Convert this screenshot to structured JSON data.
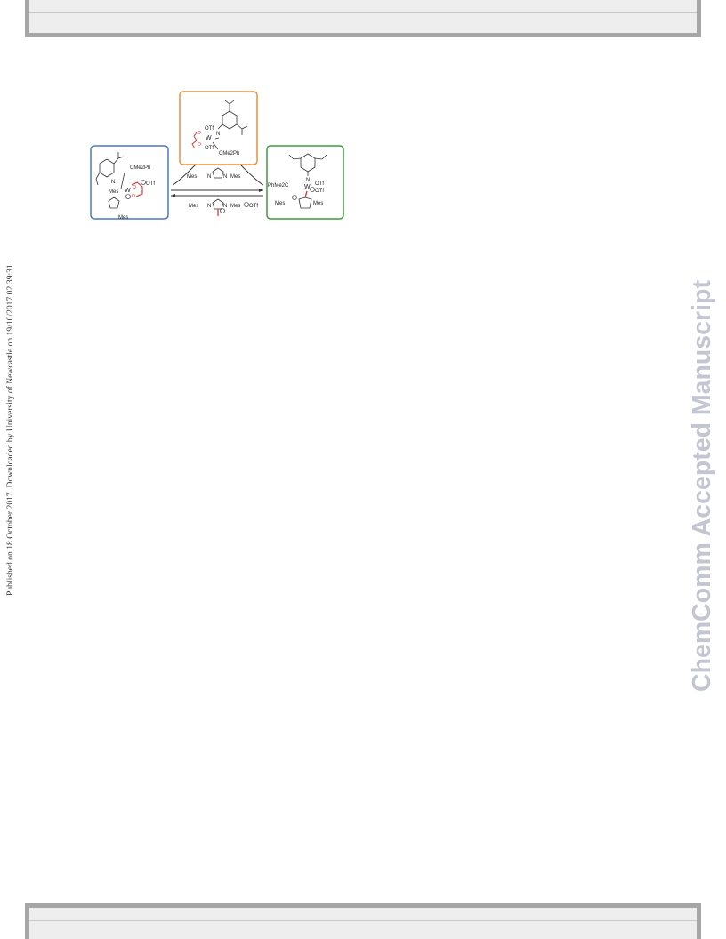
{
  "published_note": "Published on 18 October 2017. Downloaded by University of Newcastle on 19/10/2017 02:39:31.",
  "watermark": "ChemComm Accepted Manuscript",
  "scheme": {
    "box_colors": {
      "left": "#4a78c0",
      "top": "#e8913a",
      "right": "#3e9a3e",
      "highlight": "#d03030"
    },
    "top_complex": {
      "otf_1": "OTf",
      "n": "N",
      "w": "W",
      "otf_2": "OTf",
      "alkylidene": "CMe2Ph"
    },
    "left_complex": {
      "n": "N",
      "alkylidene": "CMe2Ph",
      "mes_1": "Mes",
      "w": "W",
      "otf": "OTf",
      "mes_2": "Mes"
    },
    "right_complex": {
      "alkylidene": "PhMe2C",
      "n": "N",
      "w": "W",
      "otf_1": "OTf",
      "otf_2": "OTf",
      "mes_left": "Mes",
      "mes_right": "Mes"
    },
    "arrow_top_reagent": {
      "mes_left": "Mes",
      "n_left": "N",
      "n_right": "N",
      "mes_right": "Mes"
    },
    "arrow_bottom_reagent": {
      "mes_left": "Mes",
      "n_left": "N",
      "n_right": "N",
      "mes_right": "Mes",
      "otf": "OTf"
    }
  }
}
